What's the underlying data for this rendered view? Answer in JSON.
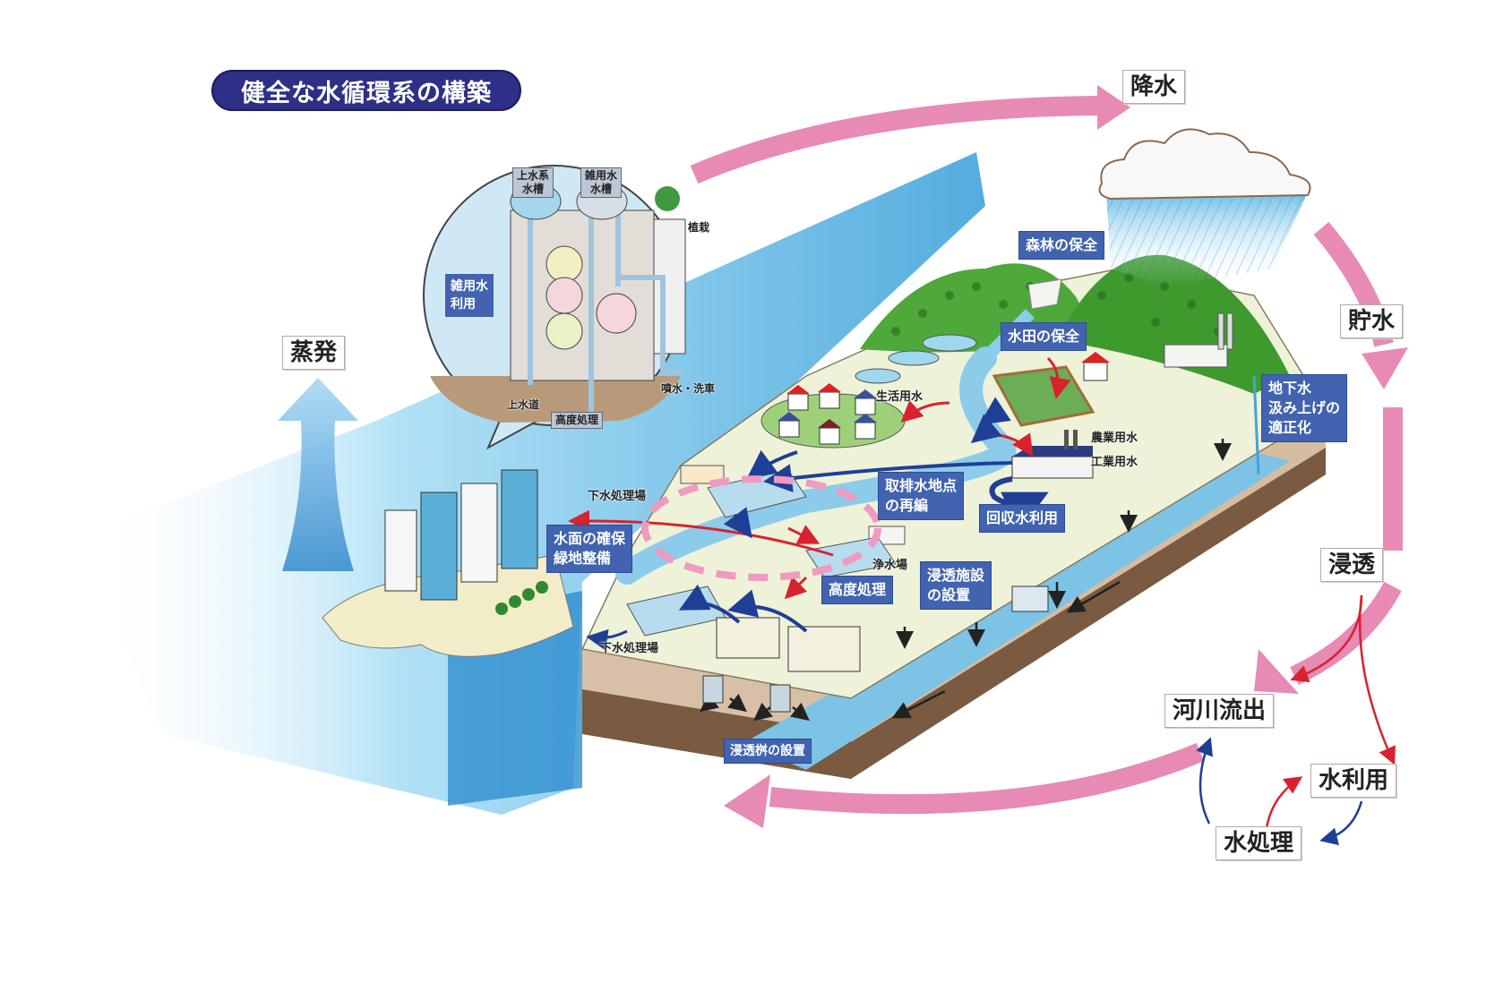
{
  "title": "健全な水循環系の構築",
  "cycle_labels": {
    "precipitation": "降水",
    "storage": "貯水",
    "infiltration": "浸透",
    "river_outflow": "河川流出",
    "water_use": "水利用",
    "water_treatment": "水処理",
    "evaporation": "蒸発"
  },
  "measure_tags": {
    "forest_conservation": "森林の保全",
    "paddy_conservation": "水田の保全",
    "groundwater_pumping": "地下水\n汲み上げの\n適正化",
    "intake_discharge_reorganization": "取排水地点\nの再編",
    "recycled_water_use": "回収水利用",
    "water_surface_green": "水面の確保\n緑地整備",
    "advanced_treatment": "高度処理",
    "infiltration_facility": "浸透施設\nの設置",
    "infiltration_basin": "浸透桝の設置"
  },
  "facility_labels": {
    "domestic_water": "生活用水",
    "agricultural_water": "農業用水",
    "industrial_water": "工業用水",
    "sewage_plant_upper": "下水処理場",
    "sewage_plant_lower": "下水処理場",
    "purification_plant": "浄水場"
  },
  "inset": {
    "potable_tank": "上水系\n水槽",
    "gray_tank": "雑用水\n水槽",
    "planting": "植栽",
    "gray_water_use": "雑用水\n利用",
    "water_supply": "上水道",
    "advanced_treatment": "高度処理",
    "sprinkling": "噴水・洗車"
  },
  "colors": {
    "title_bg": "#2e2f86",
    "tag_bg": "#4163b0",
    "cycle_arrow": "#e78bb4",
    "water": "#7cc3e6",
    "red_arrow": "#d8222e",
    "blue_arrow": "#1f3f96"
  }
}
